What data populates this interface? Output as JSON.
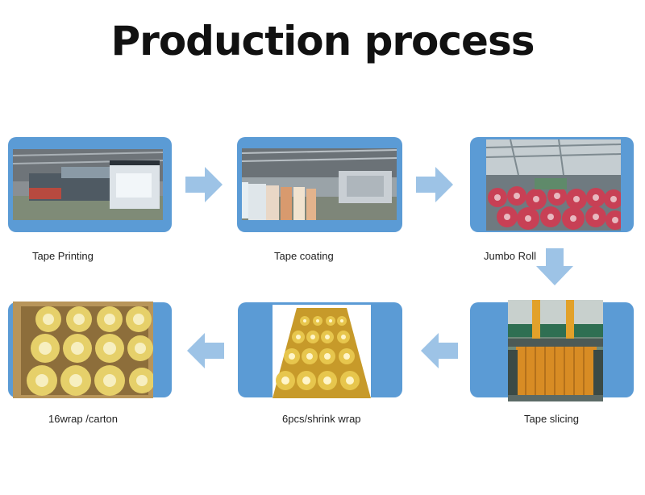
{
  "title": "Production process",
  "steps": [
    {
      "label": "Tape Printing"
    },
    {
      "label": "Tape coating"
    },
    {
      "label": "Jumbo Roll"
    },
    {
      "label": "Tape slicing"
    },
    {
      "label": "6pcs/shrink wrap"
    },
    {
      "label": "16wrap /carton"
    }
  ],
  "colors": {
    "card": "#5b9bd5",
    "arrow": "#9dc3e6",
    "title": "#111111"
  }
}
